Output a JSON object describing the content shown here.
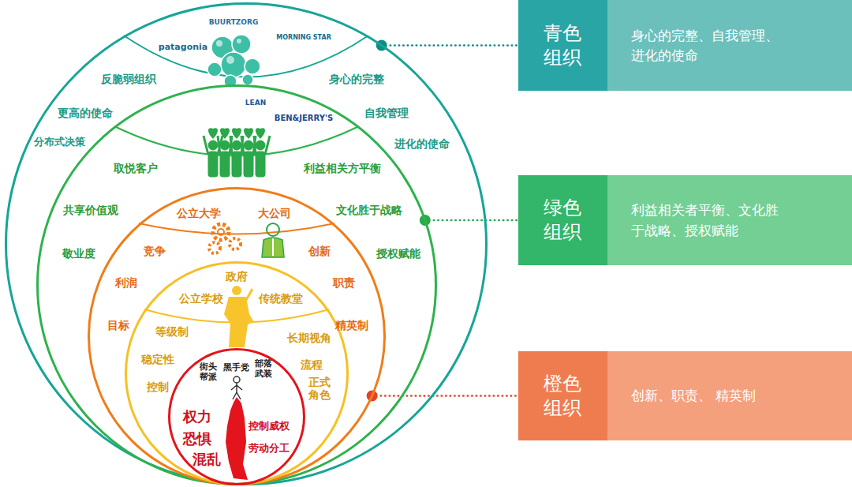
{
  "diagram": {
    "nodes": [
      {
        "text": [
          "patagonia",
          "BUURTZORG",
          "MORNING STAR",
          "反脆弱组织",
          "身心的完整",
          "更高的使命",
          "自我管理",
          "分布式决策",
          "进化的使命"
        ]
      },
      {
        "text": [
          "LEAN",
          "BEN&JERRY'S",
          "取悦客户",
          "利益相关方平衡",
          "共享价值观",
          "文化胜于战略",
          "敬业度",
          "授权赋能"
        ],
        "in": 0
      },
      {
        "text": [
          "公立大学",
          "大公司",
          "竞争",
          "创新",
          "利润",
          "职责",
          "目标",
          "精英制"
        ],
        "in": 1
      },
      {
        "text": [
          "政府",
          "公立学校",
          "传统教堂",
          "等级制",
          "长期视角",
          "稳定性",
          "流程",
          "控制",
          "正式角色"
        ],
        "in": 2
      },
      {
        "text": [
          "街头帮派",
          "黑手党",
          "部落武装",
          "权力",
          "控制威权",
          "恐惧",
          "劳动分工",
          "混乱"
        ],
        "in": 3
      },
      {
        "text": [
          "青色组织",
          "身心的完整、自我管理、进化的使命"
        ]
      },
      {
        "text": [
          "绿色组织",
          "利益相关者平衡、文化胜于战略、授权赋能"
        ]
      },
      {
        "text": [
          "橙色组织",
          "创新、职责、 精英制"
        ]
      }
    ],
    "edges": [
      {
        "from": 0,
        "to": 5,
        "arrow": "none"
      },
      {
        "from": 1,
        "to": 6,
        "arrow": "none"
      },
      {
        "from": 2,
        "to": 7,
        "arrow": "none"
      }
    ]
  }
}
